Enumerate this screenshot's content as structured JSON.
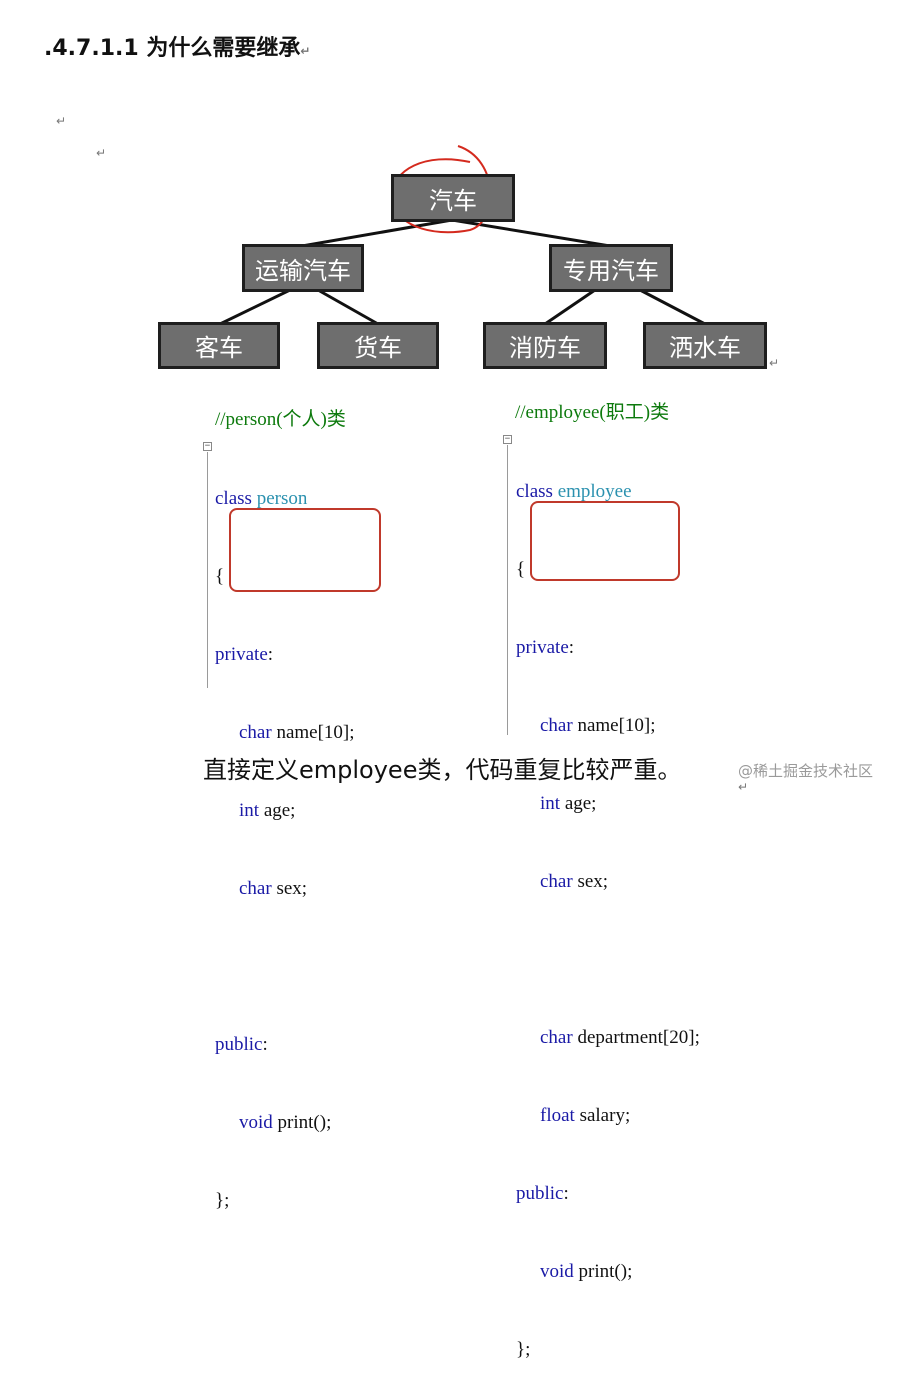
{
  "heading": {
    "bullet": ".",
    "text": "4.7.1.1 为什么需要继承"
  },
  "paragraph_mark": "↵",
  "tree": {
    "root": "汽车",
    "level1": [
      "运输汽车",
      "专用汽车"
    ],
    "level2": [
      "客车",
      "货车",
      "消防车",
      "洒水车"
    ]
  },
  "code_person": {
    "comment": "//person(个人)类",
    "lines": [
      {
        "kw": "class",
        "rest": " ",
        "cls": "person"
      },
      {
        "plain": "{"
      },
      {
        "kw": "private",
        "rest": ":"
      },
      {
        "kw": "char",
        "rest": " name[10];"
      },
      {
        "kw": "int",
        "rest": " age;"
      },
      {
        "kw": "char",
        "rest": " sex;"
      },
      {
        "plain": ""
      },
      {
        "kw": "public",
        "rest": ":"
      },
      {
        "kw": "void",
        "rest": " print();"
      },
      {
        "plain": "};"
      }
    ]
  },
  "code_employee": {
    "comment": "//employee(职工)类",
    "lines": [
      {
        "kw": "class",
        "rest": " ",
        "cls": "employee"
      },
      {
        "plain": "{"
      },
      {
        "kw": "private",
        "rest": ":"
      },
      {
        "kw": "char",
        "rest": " name[10];"
      },
      {
        "kw": "int",
        "rest": " age;"
      },
      {
        "kw": "char",
        "rest": " sex;"
      },
      {
        "plain": ""
      },
      {
        "kw": "char",
        "rest": " department[20];"
      },
      {
        "kw": "float",
        "rest": " salary;"
      },
      {
        "kw": "public",
        "rest": ":"
      },
      {
        "kw": "void",
        "rest": " print();"
      },
      {
        "plain": "};"
      }
    ]
  },
  "caption": "直接定义employee类，代码重复比较严重。",
  "watermark": "@稀土掘金技术社区",
  "colors": {
    "node_fill": "#6e6e6e",
    "keyword": "#1a1aa6",
    "class_name": "#2b91af",
    "comment": "#0d7a0d",
    "annotation": "#c0392b"
  }
}
